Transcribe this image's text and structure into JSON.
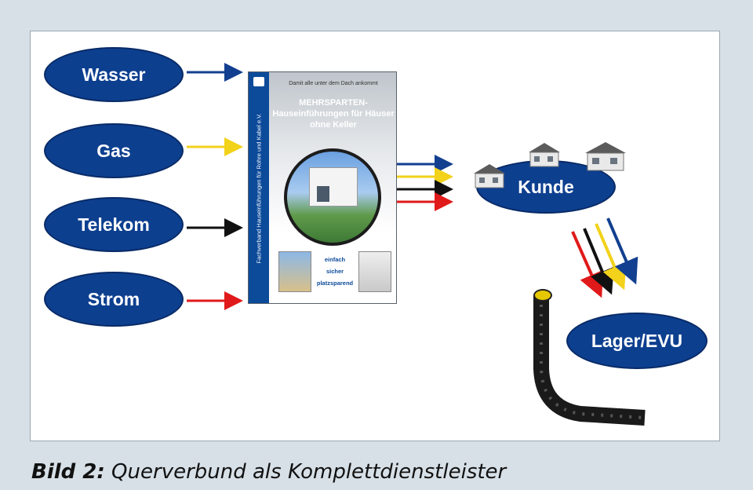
{
  "nodes": {
    "wasser": "Wasser",
    "gas": "Gas",
    "telekom": "Telekom",
    "strom": "Strom",
    "kunde": "Kunde",
    "lager": "Lager/EVU"
  },
  "brochure": {
    "tagline": "Damit alle unter dem Dach ankommt",
    "title": "MEHRSPARTEN-",
    "subtitle": "Hauseinführungen für Häuser ohne Keller",
    "spine": "Fachverband Hauseinführungen für Rohre und Kabel e.V.",
    "words": [
      "einfach",
      "sicher",
      "platzsparend"
    ]
  },
  "caption": {
    "label": "Bild 2:",
    "text": " Querverbund als Komplettdienstleister"
  },
  "colors": {
    "node_fill": "#0d3f8f",
    "arrow_water": "#123f8f",
    "arrow_gas": "#f2d21a",
    "arrow_telekom": "#111111",
    "arrow_strom": "#e01a1a"
  }
}
